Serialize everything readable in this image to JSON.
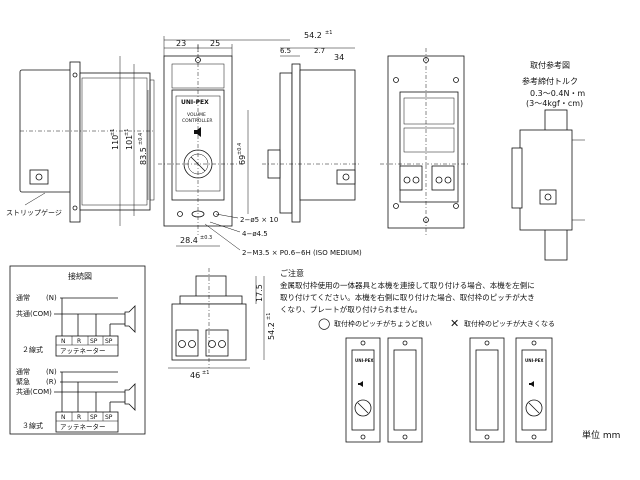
{
  "dimensions": {
    "width_top": "54.2",
    "width_top_tol": "±1",
    "left_23": "23",
    "left_25": "25",
    "side_6_5": "6.5",
    "side_2_7": "2.7",
    "side_34": "34",
    "h_110": "110",
    "h_110_tol": "±1",
    "h_101": "101",
    "h_101_tol": "±1",
    "h_83_5": "83.5",
    "h_83_5_tol": "±0.4",
    "h_69": "69",
    "h_69_tol": "±0.4",
    "hole_5x10": "2−ø5 × 10",
    "hole_4_5": "4−ø4.5",
    "screw": "2−M3.5 × P0.6−6H (ISO MEDIUM)",
    "w_28_4": "28.4",
    "w_28_4_tol": "±0.3",
    "w_46": "46",
    "w_46_tol": "±1",
    "d_17_5": "17.5",
    "d_54_2": "54.2",
    "d_54_2_tol": "±1"
  },
  "labels": {
    "strip_gauge": "ストリップゲージ",
    "brand": "UNI-PEX",
    "product_1": "VOLUME",
    "product_2": "CONTROLLER"
  },
  "mounting_ref": {
    "title": "取付参考図",
    "torque_title": "参考締付トルク",
    "torque_value": "0.3〜0.4N・m",
    "torque_alt": "(3〜4kgf・cm)"
  },
  "wiring": {
    "title": "接続図",
    "two_wire": {
      "normal": "通常",
      "n": "(N)",
      "common": "共通(COM)",
      "terms": [
        "N",
        "R",
        "SP",
        "SP"
      ],
      "att": "アッテネーター",
      "name": "２線式"
    },
    "three_wire": {
      "normal": "通常",
      "emergency": "緊急",
      "common": "共通(COM)",
      "n": "(N)",
      "r": "(R)",
      "terms": [
        "N",
        "R",
        "SP",
        "SP"
      ],
      "att": "アッテネーター",
      "name": "３線式"
    }
  },
  "notice": {
    "title": "ご注意",
    "line1": "金属取付枠使用の一体器具と本機を連接して取り付ける場合、本機を左側に",
    "line2": "取り付けてください。本機を右側に取り付けた場合、取付枠のピッチが大き",
    "line3": "くなり、プレートが取り付けられません。",
    "good_mark": "◯",
    "good_label": "取付枠のピッチがちょうど良い",
    "bad_mark": "✕",
    "bad_label": "取付枠のピッチが大きくなる"
  },
  "unit": "単位 mm"
}
